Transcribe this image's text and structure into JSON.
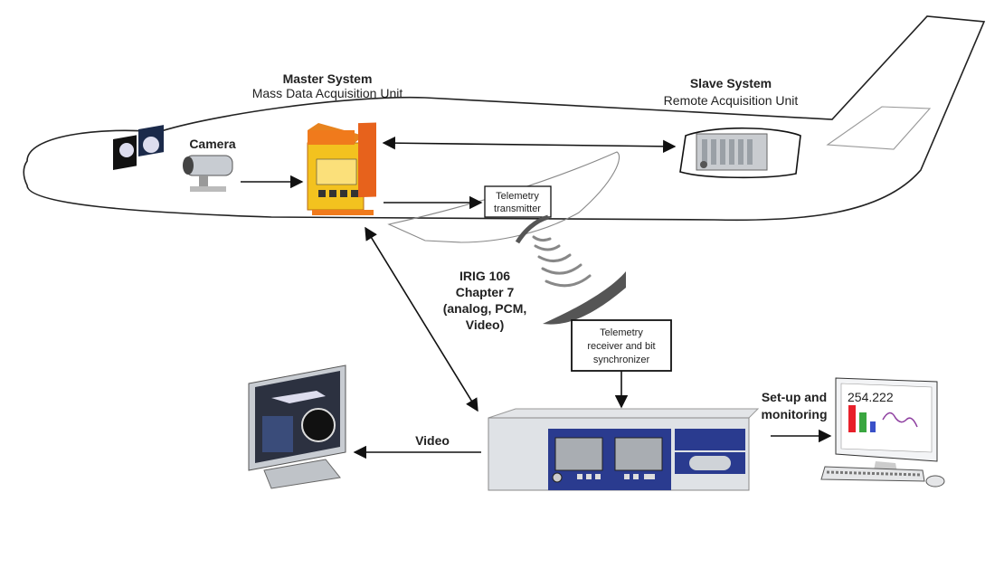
{
  "master": {
    "title": "Master System",
    "subtitle": "Mass Data Acquisition Unit"
  },
  "slave": {
    "title": "Slave System",
    "subtitle": "Remote Acquisition Unit"
  },
  "camera": {
    "label": "Camera"
  },
  "telemetry_tx": {
    "line1": "Telemetry",
    "line2": "transmitter"
  },
  "telemetry_rx": {
    "line1": "Telemetry",
    "line2": "receiver and bit",
    "line3": "synchronizer"
  },
  "irig": {
    "line1": "IRIG 106",
    "line2": "Chapter 7",
    "line3": "(analog, PCM,",
    "line4": "Video)"
  },
  "video": {
    "label": "Video"
  },
  "setup": {
    "line1": "Set-up and",
    "line2": "monitoring"
  },
  "pc_screen": {
    "value": "254.222"
  },
  "colors": {
    "accent_orange": "#f07a1c",
    "unit_yellow": "#f3c21f",
    "panel_blue": "#2a3b8f",
    "chart_red": "#e8202a",
    "chart_green": "#3aa640",
    "chart_blue": "#3a50c8",
    "chart_purple": "#8e3fa0"
  }
}
